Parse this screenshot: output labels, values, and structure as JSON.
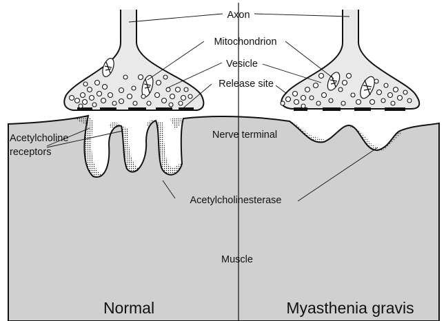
{
  "labels": {
    "axon": "Axon",
    "mitochondrion": "Mitochondrion",
    "vesicle": "Vesicle",
    "release_site": "Release site",
    "nerve_terminal": "Nerve terminal",
    "acetylcholine_receptors_line1": "Acetylcholine",
    "acetylcholine_receptors_line2": "receptors",
    "acetylcholinesterase": "Acetylcholinesterase",
    "muscle": "Muscle"
  },
  "panels": {
    "left": "Normal",
    "right": "Myasthenia gravis"
  },
  "colors": {
    "muscle_fill": "#d0d0d0",
    "terminal_fill": "#e9e9e9",
    "outline": "#111111",
    "background": "#ffffff"
  }
}
